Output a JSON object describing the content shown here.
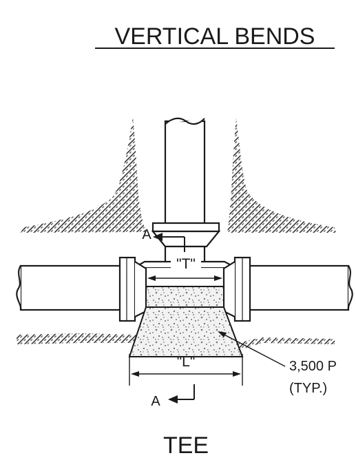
{
  "header": {
    "title": "VERTICAL BENDS"
  },
  "labels": {
    "section_marker_top": "A",
    "section_marker_bottom": "A",
    "dimension_t": "\"T\"",
    "dimension_l": "\"L\"",
    "concrete_callout_line1": "3,500 P",
    "concrete_callout_line2": "(TYP.)"
  },
  "footer": {
    "caption": "TEE"
  }
}
